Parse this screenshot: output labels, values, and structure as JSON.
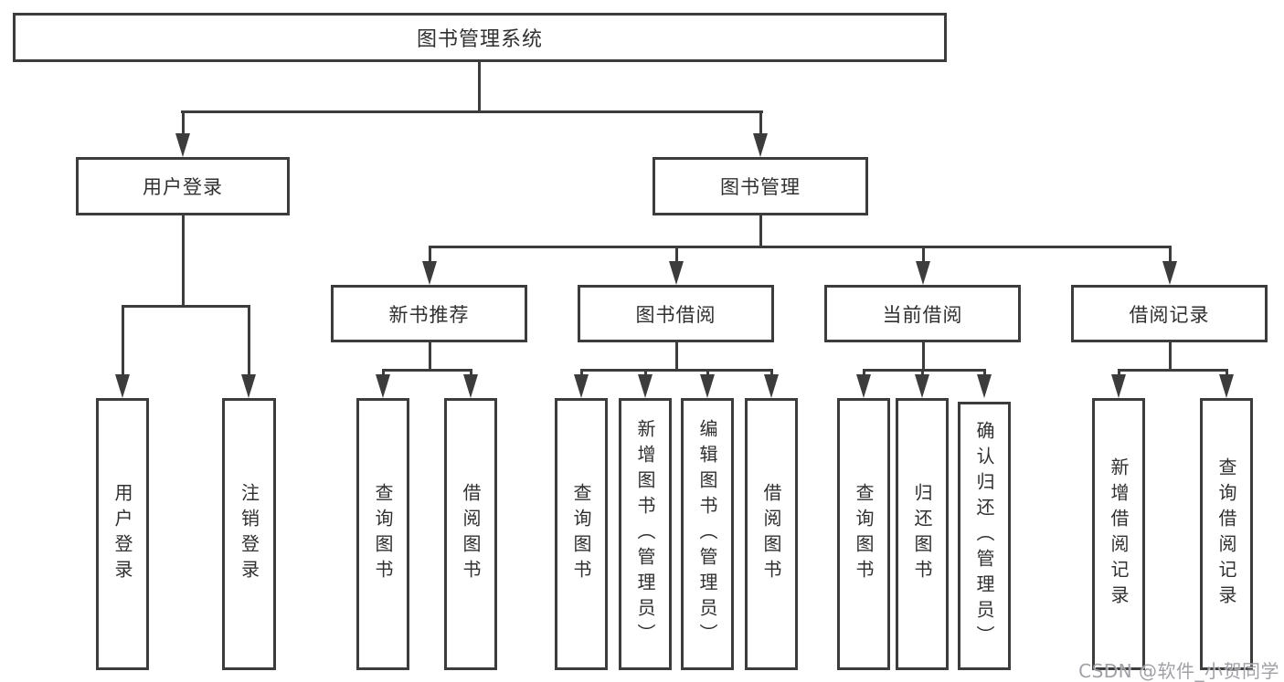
{
  "diagram": {
    "title": "图书管理系统",
    "level2": [
      {
        "label": "用户登录"
      },
      {
        "label": "图书管理"
      }
    ],
    "level3": [
      {
        "label": "新书推荐"
      },
      {
        "label": "图书借阅"
      },
      {
        "label": "当前借阅"
      },
      {
        "label": "借阅记录"
      }
    ],
    "leaves": [
      {
        "label": "用户登录"
      },
      {
        "label": "注销登录"
      },
      {
        "label": "查询图书"
      },
      {
        "label": "借阅图书"
      },
      {
        "label": "查询图书"
      },
      {
        "label": "新增图书（管理员）"
      },
      {
        "label": "编辑图书（管理员）"
      },
      {
        "label": "借阅图书"
      },
      {
        "label": "查询图书"
      },
      {
        "label": "归还图书"
      },
      {
        "label": "确认归还（管理员）"
      },
      {
        "label": "新增借阅记录"
      },
      {
        "label": "查询借阅记录"
      }
    ],
    "watermark": "CSDN @软件_小贺同学"
  },
  "colors": {
    "line": "#3c3c3c",
    "text": "#303030",
    "background": "#ffffff",
    "watermark": "#98989e"
  }
}
